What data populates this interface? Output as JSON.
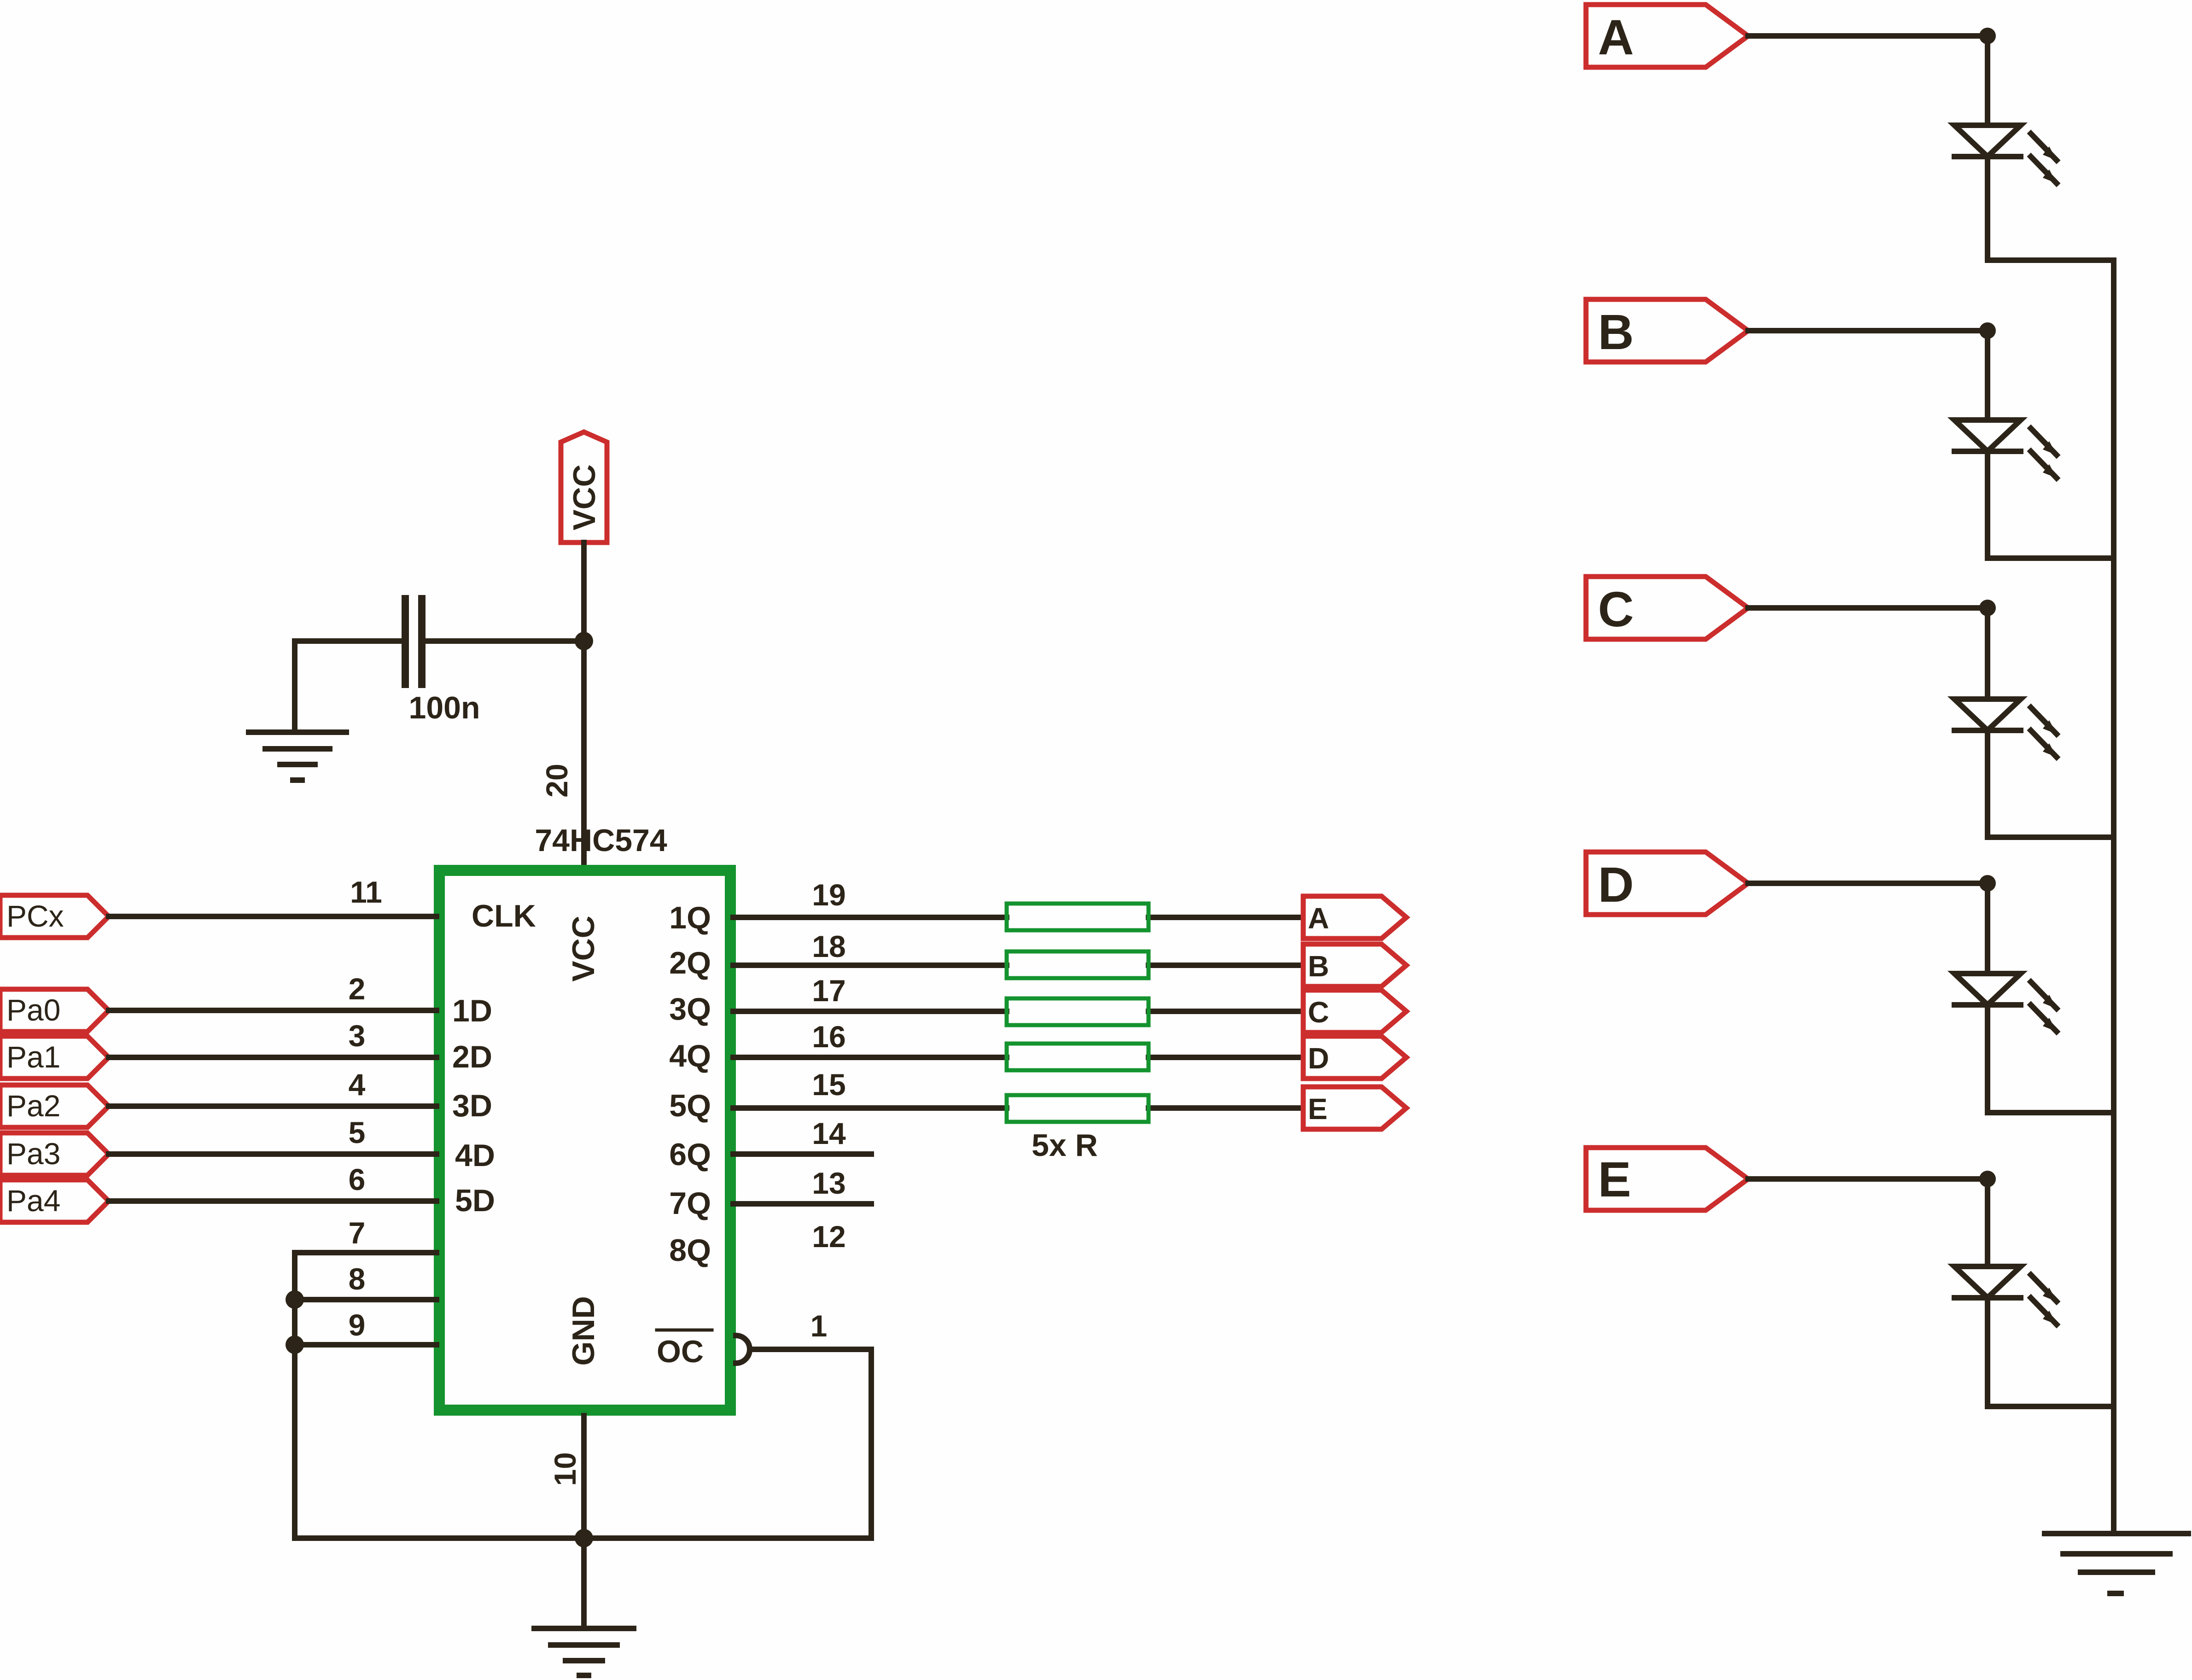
{
  "chip": {
    "part": "74HC574",
    "vcc_label": "VCC",
    "gnd_label": "GND"
  },
  "power": {
    "vcc_port": "VCC",
    "vcc_pin": "20",
    "gnd_pin": "10",
    "capacitor": "100n"
  },
  "clock": {
    "port": "PCx",
    "pin": "11",
    "name": "CLK"
  },
  "inputs": [
    {
      "port": "Pa0",
      "pin": "2",
      "name": "1D"
    },
    {
      "port": "Pa1",
      "pin": "3",
      "name": "2D"
    },
    {
      "port": "Pa2",
      "pin": "4",
      "name": "3D"
    },
    {
      "port": "Pa3",
      "pin": "5",
      "name": "4D"
    },
    {
      "port": "Pa4",
      "pin": "6",
      "name": "5D"
    }
  ],
  "grounded_pins": [
    "7",
    "8",
    "9"
  ],
  "outputs": [
    {
      "pin": "19",
      "name": "1Q",
      "net": "A"
    },
    {
      "pin": "18",
      "name": "2Q",
      "net": "B"
    },
    {
      "pin": "17",
      "name": "3Q",
      "net": "C"
    },
    {
      "pin": "16",
      "name": "4Q",
      "net": "D"
    },
    {
      "pin": "15",
      "name": "5Q",
      "net": "E"
    },
    {
      "pin": "14",
      "name": "6Q"
    },
    {
      "pin": "13",
      "name": "7Q"
    },
    {
      "pin": "12",
      "name": "8Q"
    }
  ],
  "output_enable": {
    "pin": "1",
    "name": "OC"
  },
  "resistor_label": "5x R",
  "led_ports": [
    "A",
    "B",
    "C",
    "D",
    "E"
  ],
  "colors": {
    "wire": "#2c2418",
    "chip": "#14932e",
    "resistor": "#14932e",
    "port": "#cc2d2d"
  }
}
